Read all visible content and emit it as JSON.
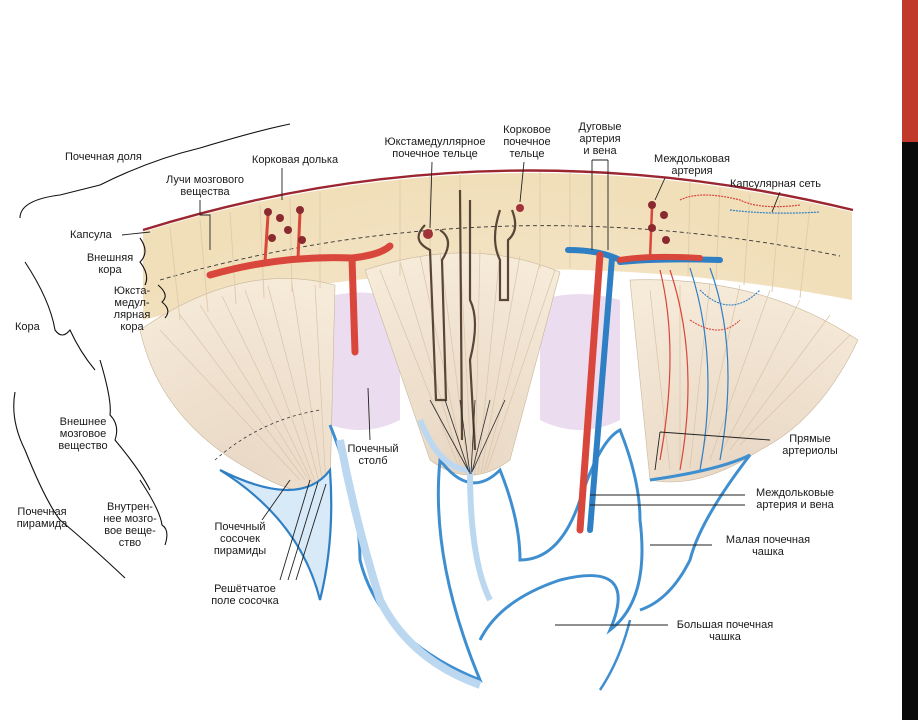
{
  "accents": {
    "artery": "#d9463b",
    "vein": "#2f7fc4",
    "calyx_blue": "#3f8fd0",
    "capsule": "#9c2630",
    "cortex": "#f3e3c4",
    "column": "#ecdcef",
    "tubule": "#5a4636",
    "side_red": "#c0392b",
    "side_black": "#0a0a0a"
  },
  "labels": {
    "renal_lobe": "Почечная доля",
    "medullary_rays_1": "Лучи мозгового",
    "medullary_rays_2": "вещества",
    "cortical_lobule": "Корковая долька",
    "capsule": "Капсула",
    "outer_cortex_1": "Внешняя",
    "outer_cortex_2": "кора",
    "juxta_1": "Юкста-",
    "juxta_2": "медул-",
    "juxta_3": "лярная",
    "juxta_4": "кора",
    "cortex": "Кора",
    "outer_medulla_1": "Внешнее",
    "outer_medulla_2": "мозговое",
    "outer_medulla_3": "вещество",
    "inner_medulla_1": "Внутрен-",
    "inner_medulla_2": "нее мозго-",
    "inner_medulla_3": "вое веще-",
    "inner_medulla_4": "ство",
    "renal_pyramid_1": "Почечная",
    "renal_pyramid_2": "пирамида",
    "papilla_1": "Почечный",
    "papilla_2": "сосочек",
    "papilla_3": "пирамиды",
    "cribriform_1": "Решётчатое",
    "cribriform_2": "поле сосочка",
    "juxtamedullary_corpuscle_1": "Юкстамедуллярное",
    "juxtamedullary_corpuscle_2": "почечное тельце",
    "cortical_corpuscle_1": "Корковое",
    "cortical_corpuscle_2": "почечное",
    "cortical_corpuscle_3": "тельце",
    "arcuate_1": "Дуговые",
    "arcuate_2": "артерия",
    "arcuate_3": "и вена",
    "interlobular_artery_1": "Междольковая",
    "interlobular_artery_2": "артерия",
    "capsular_network": "Капсулярная сеть",
    "renal_column_1": "Почечный",
    "renal_column_2": "столб",
    "vasa_recta_1": "Прямые",
    "vasa_recta_2": "артериолы",
    "interlobar_1": "Междольковые",
    "interlobar_2": "артерия и вена",
    "minor_calyx_1": "Малая почечная",
    "minor_calyx_2": "чашка",
    "major_calyx_1": "Большая почечная",
    "major_calyx_2": "чашка"
  }
}
